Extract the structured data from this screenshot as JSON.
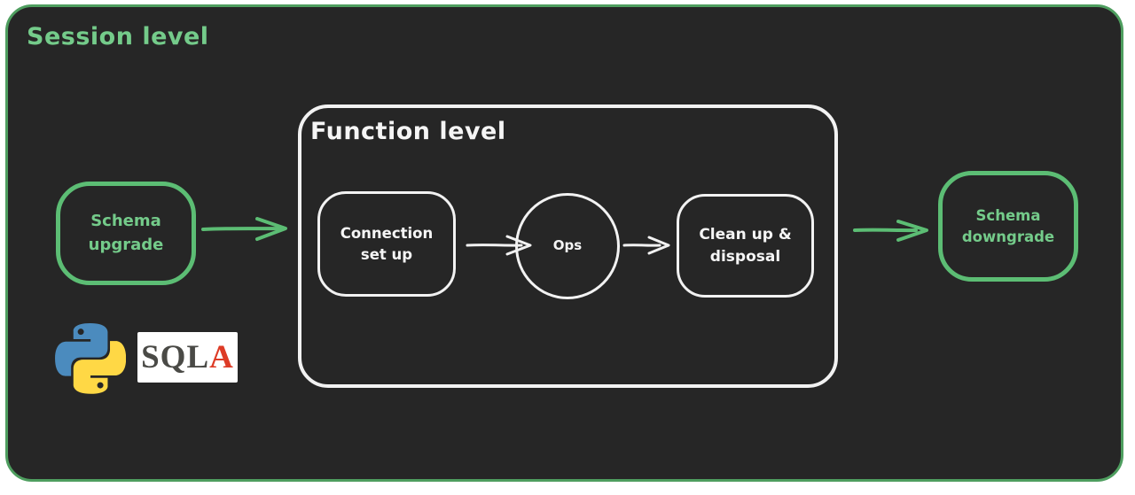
{
  "session": {
    "title": "Session level"
  },
  "function_level": {
    "title": "Function level"
  },
  "nodes": {
    "schema_upgrade": {
      "label": "Schema upgrade"
    },
    "connection_setup": {
      "label": "Connection set up"
    },
    "ops": {
      "label": "Ops"
    },
    "cleanup": {
      "label": "Clean up & disposal"
    },
    "schema_downgrade": {
      "label": "Schema downgrade"
    }
  },
  "logos": {
    "python": "python-logo",
    "sqlalchemy": {
      "sql": "SQL",
      "a": "A"
    }
  },
  "colors": {
    "session_surface": "#262626",
    "session_border_green": "#4e9e5f",
    "node_green": "#5cbd74",
    "text_green": "#74cb8a",
    "stroke_white": "#f2f2f2",
    "sqla_gray": "#4a4a46",
    "sqla_red": "#dd3b26",
    "python_blue": "#4b8bbe",
    "python_yellow": "#ffd845"
  }
}
